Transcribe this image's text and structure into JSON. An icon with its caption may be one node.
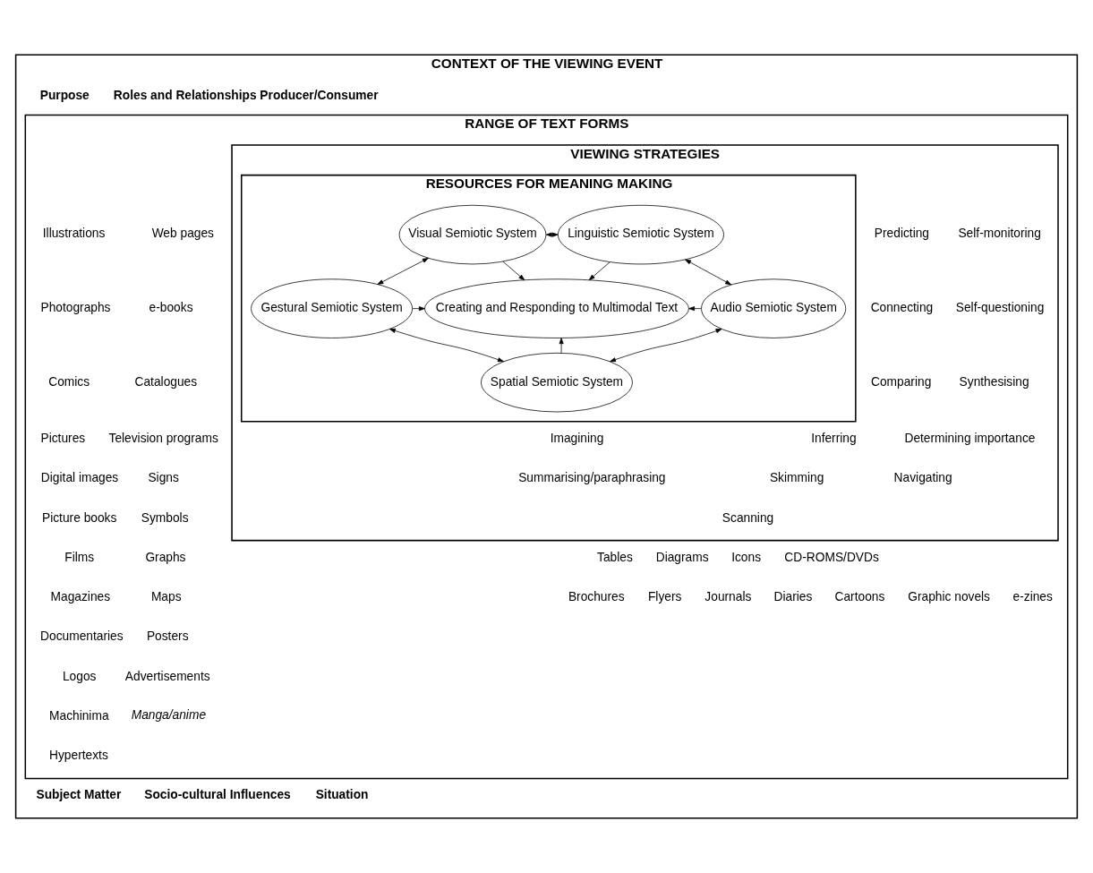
{
  "diagram": {
    "nodes": [
      {
        "text": [
          "CONTEXT OF THE VIEWING EVENT"
        ]
      },
      {
        "text": [
          "RANGE OF TEXT FORMS"
        ],
        "in": 0
      },
      {
        "text": [
          "VIEWING STRATEGIES"
        ],
        "in": 1
      },
      {
        "text": [
          "RESOURCES FOR MEANING MAKING"
        ],
        "in": 2
      },
      {
        "text": [
          "Visual Semiotic System"
        ],
        "in": 3
      },
      {
        "text": [
          "Linguistic Semiotic System"
        ],
        "in": 3
      },
      {
        "text": [
          "Creating and Responding to Multimodal Text"
        ],
        "in": 3
      },
      {
        "text": [
          "Gestural Semiotic System"
        ],
        "in": 3
      },
      {
        "text": [
          "Audio Semiotic System"
        ],
        "in": 3
      },
      {
        "text": [
          "Spatial Semiotic System"
        ],
        "in": 3
      }
    ],
    "edges": [
      {
        "from": 4,
        "to": 5,
        "arrow": "both"
      },
      {
        "from": 4,
        "to": 6,
        "arrow": "to"
      },
      {
        "from": 5,
        "to": 6,
        "arrow": "to"
      },
      {
        "from": 4,
        "to": 7,
        "arrow": "both"
      },
      {
        "from": 5,
        "to": 8,
        "arrow": "both"
      },
      {
        "from": 7,
        "to": 6,
        "arrow": "to"
      },
      {
        "from": 8,
        "to": 6,
        "arrow": "to"
      },
      {
        "from": 9,
        "to": 6,
        "arrow": "to"
      },
      {
        "from": 7,
        "to": 9,
        "arrow": "both"
      },
      {
        "from": 9,
        "to": 8,
        "arrow": "both"
      }
    ],
    "labels": [
      "Purpose",
      "Roles and Relationships Producer/Consumer",
      "Illustrations",
      "Photographs",
      "Comics",
      "Pictures",
      "Digital images",
      "Picture books",
      "Films",
      "Magazines",
      "Documentaries",
      "Logos",
      "Machinima",
      "Hypertexts",
      "Web pages",
      "e-books",
      "Catalogues",
      "Television programs",
      "Signs",
      "Symbols",
      "Graphs",
      "Maps",
      "Posters",
      "Advertisements",
      "Manga/anime",
      "Predicting",
      "Connecting",
      "Comparing",
      "Inferring",
      "Skimming",
      "Scanning",
      "Self-monitoring",
      "Self-questioning",
      "Synthesising",
      "Determining importance",
      "Navigating",
      "Imagining",
      "Summarising/paraphrasing",
      "Tables",
      "Diagrams",
      "Icons",
      "CD-ROMS/DVDs",
      "Brochures",
      "Flyers",
      "Journals",
      "Diaries",
      "Cartoons",
      "Graphic novels",
      "e-zines",
      "Subject Matter",
      "Socio-cultural Influences",
      "Situation"
    ]
  }
}
